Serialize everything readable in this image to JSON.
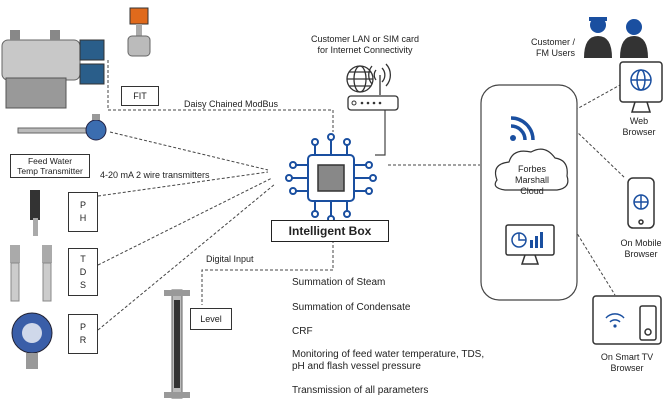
{
  "labels": {
    "fit": "FIT",
    "daisy_chain": "Daisy Chained ModBus",
    "feed_water_temp_line1": "Feed Water",
    "feed_water_temp_line2": "Temp Transmitter",
    "transmitters": "4-20 mA 2 wire transmitters",
    "ph": [
      "P",
      "H"
    ],
    "tds": [
      "T",
      "D",
      "S"
    ],
    "pr": [
      "P",
      "R"
    ],
    "intelligent_box": "Intelligent Box",
    "digital_input": "Digital Input",
    "level": "Level",
    "lan_line1": "Customer LAN or SIM card",
    "lan_line2": "for Internet Connectivity",
    "customer_line1": "Customer /",
    "customer_line2": "FM Users",
    "cloud_line1": "Forbes",
    "cloud_line2": "Marshall",
    "cloud_line3": "Cloud",
    "web_line1": "Web",
    "web_line2": "Browser",
    "mobile_line1": "On Mobile",
    "mobile_line2": "Browser",
    "tv_line1": "On Smart TV",
    "tv_line2": "Browser"
  },
  "features": [
    "Summation of Steam",
    "Summation of Condensate",
    "CRF",
    "Monitoring of feed water temperature, TDS,",
    "pH and flash vessel pressure",
    "Transmission of all parameters"
  ],
  "colors": {
    "accent_blue": "#1a4fa0",
    "icon_dark": "#333333",
    "line": "#444444"
  }
}
